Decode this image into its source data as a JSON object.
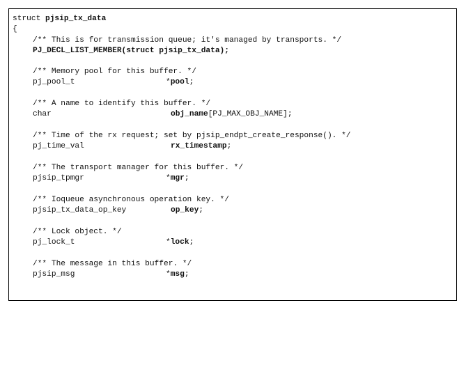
{
  "struct_header": {
    "keyword": "struct ",
    "name": "pjsip_tx_data",
    "open_brace": "{"
  },
  "fields": [
    {
      "comment": "/** This is for transmission queue; it's managed by transports. */",
      "decl": "PJ_DECL_LIST_MEMBER(struct pjsip_tx_data);"
    },
    {
      "comment": "/** Memory pool for this buffer. */",
      "type": "pj_pool_t",
      "prefix": "*",
      "name": "pool",
      "suffix": ";"
    },
    {
      "comment": "/** A name to identify this buffer. */",
      "type": "char",
      "prefix": "",
      "name": "obj_name",
      "suffix": "[PJ_MAX_OBJ_NAME];"
    },
    {
      "comment": "/** Time of the rx request; set by pjsip_endpt_create_response(). */",
      "type": "pj_time_val",
      "prefix": "",
      "name": "rx_timestamp",
      "suffix": ";"
    },
    {
      "comment": "/** The transport manager for this buffer. */",
      "type": "pjsip_tpmgr",
      "prefix": "*",
      "name": "mgr",
      "suffix": ";"
    },
    {
      "comment": "/** Ioqueue asynchronous operation key. */",
      "type": "pjsip_tx_data_op_key",
      "prefix": "",
      "name": "op_key",
      "suffix": ";"
    },
    {
      "comment": "/** Lock object. */",
      "type": "pj_lock_t",
      "prefix": "*",
      "name": "lock",
      "suffix": ";"
    },
    {
      "comment": "/** The message in this buffer. */",
      "type": "pjsip_msg",
      "prefix": "*",
      "name": "msg",
      "suffix": ";"
    }
  ]
}
